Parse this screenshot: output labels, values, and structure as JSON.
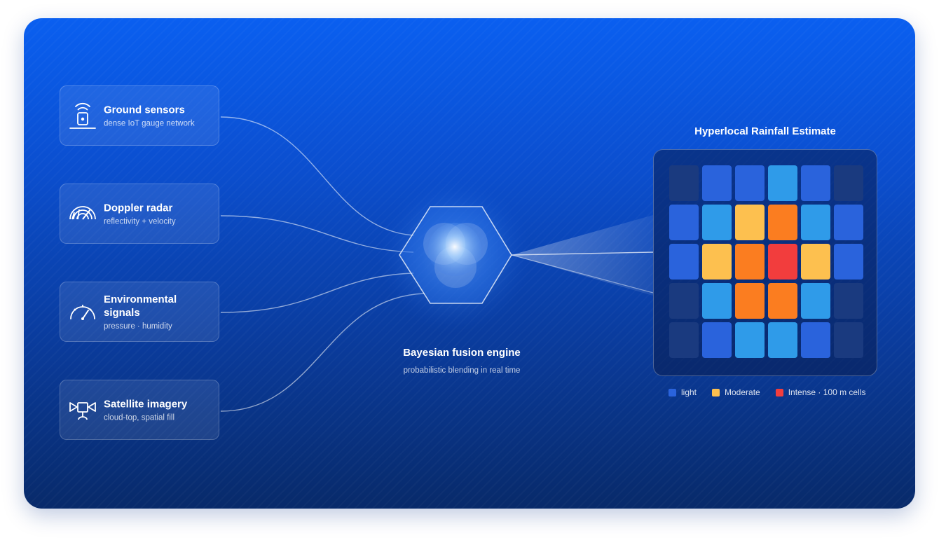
{
  "sources": [
    {
      "title": "Ground sensors",
      "subtitle": "dense IoT gauge network",
      "icon": "sensor-tower-icon"
    },
    {
      "title": "Doppler radar",
      "subtitle": "reflectivity + velocity",
      "icon": "radar-icon"
    },
    {
      "title": "Environmental signals",
      "subtitle": "pressure · humidity",
      "icon": "gauge-icon"
    },
    {
      "title": "Satellite imagery",
      "subtitle": "cloud-top, spatial fill",
      "icon": "satellite-icon"
    }
  ],
  "engine": {
    "title": "Bayesian fusion engine",
    "subtitle": "probabilistic blending in real time"
  },
  "output": {
    "title": "Hyperlocal Rainfall Estimate",
    "grid": [
      [
        "none",
        "light",
        "light",
        "mid",
        "light",
        "none"
      ],
      [
        "light",
        "mid",
        "moderate",
        "heavy",
        "mid",
        "light"
      ],
      [
        "light",
        "moderate",
        "heavy",
        "intense",
        "moderate",
        "light"
      ],
      [
        "none",
        "mid",
        "heavy",
        "heavy",
        "mid",
        "none"
      ],
      [
        "none",
        "light",
        "mid",
        "mid",
        "light",
        "none"
      ]
    ]
  },
  "legend": [
    {
      "label": "light",
      "color": "#2a63dc"
    },
    {
      "label": "Moderate",
      "color": "#fdc04f"
    },
    {
      "label": "Intense · 100 m cells",
      "color": "#f23d3d"
    }
  ],
  "colors": {
    "none": "#1a3a7f",
    "light": "#2a63dc",
    "mid": "#2f9be9",
    "moderate": "#fdc04f",
    "heavy": "#fb7d20",
    "intense": "#f23d3d"
  }
}
